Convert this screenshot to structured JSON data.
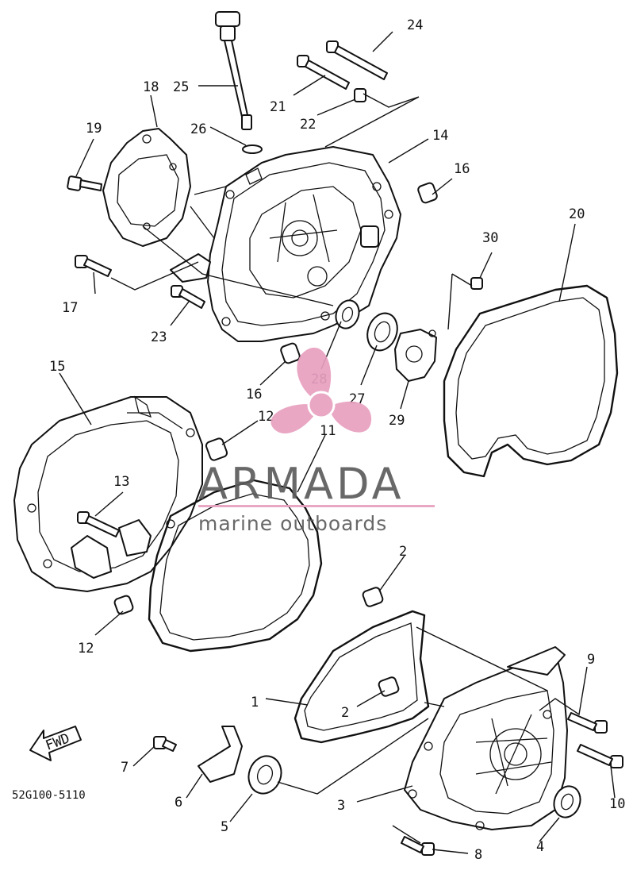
{
  "diagram": {
    "part_code": "52G100-5110",
    "fwd_label": "FWD",
    "callouts": [
      "1",
      "2",
      "2",
      "3",
      "4",
      "5",
      "6",
      "7",
      "8",
      "9",
      "10",
      "11",
      "12",
      "12",
      "13",
      "14",
      "15",
      "16",
      "16",
      "17",
      "18",
      "19",
      "20",
      "21",
      "22",
      "23",
      "24",
      "25",
      "26",
      "27",
      "28",
      "29",
      "30"
    ]
  },
  "watermark": {
    "brand": "ARMADA",
    "tagline": "marine outboards",
    "logo_color": "#e8a0c0",
    "text_color": "#5c5c5c"
  }
}
